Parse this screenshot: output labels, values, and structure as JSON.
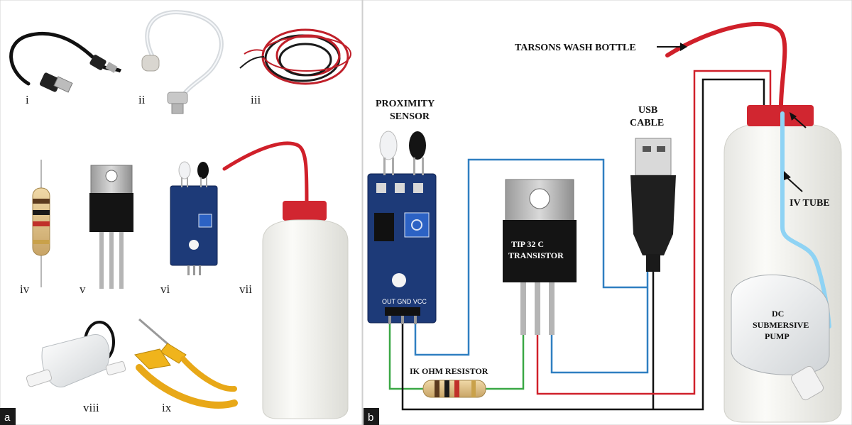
{
  "panels": [
    {
      "tag": "a"
    },
    {
      "tag": "b"
    }
  ],
  "panel_a": {
    "items": [
      {
        "numeral": "i",
        "component": "usb-cable"
      },
      {
        "numeral": "ii",
        "component": "iv-tube"
      },
      {
        "numeral": "iii",
        "component": "red-black-wire"
      },
      {
        "numeral": "iv",
        "component": "resistor"
      },
      {
        "numeral": "v",
        "component": "transistor"
      },
      {
        "numeral": "vi",
        "component": "proximity-sensor"
      },
      {
        "numeral": "vii",
        "component": "wash-bottle"
      },
      {
        "numeral": "viii",
        "component": "dc-pump"
      },
      {
        "numeral": "ix",
        "component": "soldering-iron"
      }
    ]
  },
  "panel_b": {
    "labels": {
      "wash_bottle": "TARSONS WASH BOTTLE",
      "sensor_line1": "PROXIMITY",
      "sensor_line2": "SENSOR",
      "usb_line1": "USB",
      "usb_line2": "CABLE",
      "transistor_line1": "TIP 32 C",
      "transistor_line2": "TRANSISTOR",
      "iv_tube": "IV TUBE",
      "pump_line1": "DC",
      "pump_line2": "SUBMERSIVE",
      "pump_line3": "PUMP",
      "resistor": "IK OHM RESISTOR",
      "pin_labels": "OUT GND VCC"
    },
    "wire_colors": {
      "signal": "#2f7fc1",
      "ground": "#111111",
      "power": "#d0202a",
      "resistor_lead": "#3aa845",
      "iv_tube": "#8fd3f4",
      "nozzle": "#d0202a"
    }
  }
}
